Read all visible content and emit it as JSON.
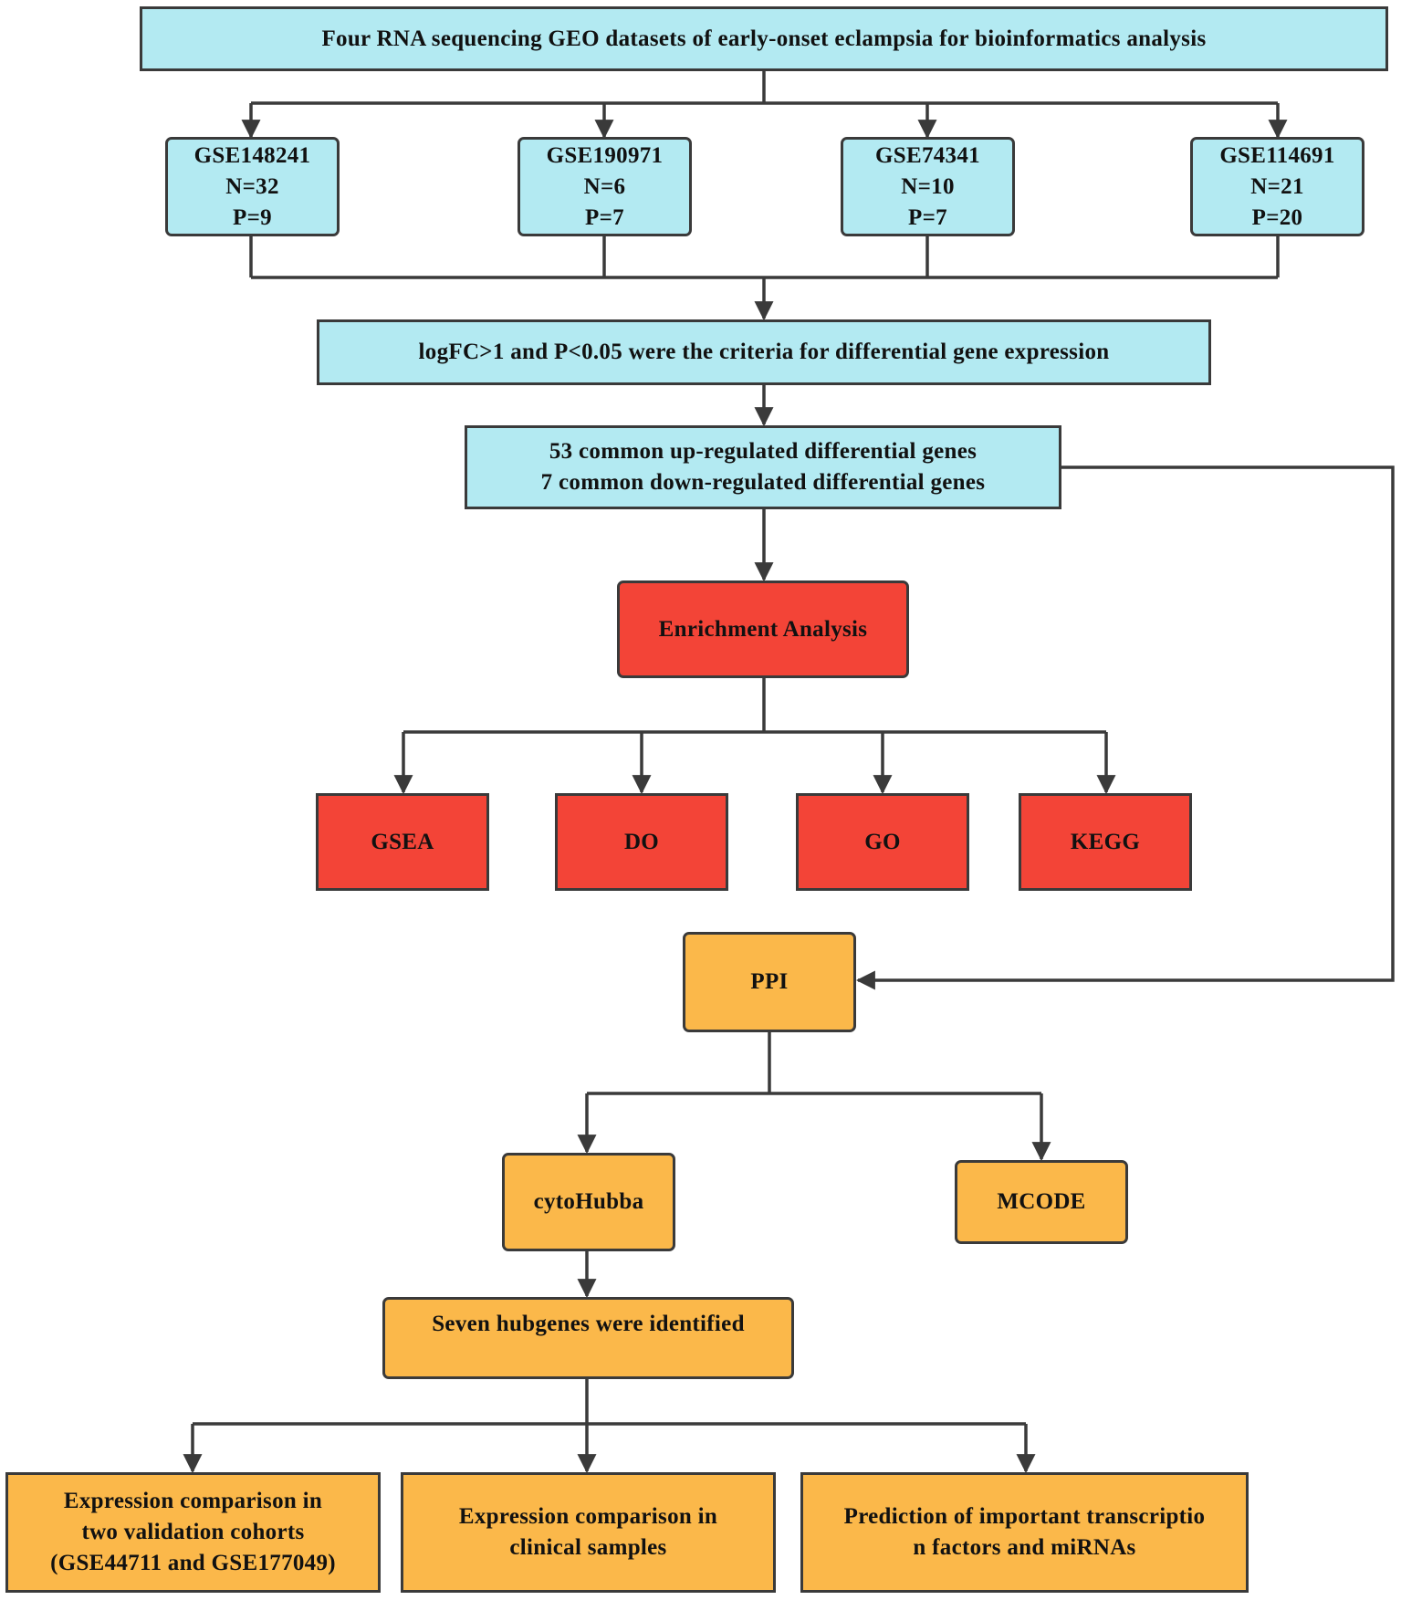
{
  "colors": {
    "cyan": "#b3eaf2",
    "red": "#f34437",
    "orange": "#fbb84a",
    "stroke": "#3a3a3a"
  },
  "nodes": {
    "top": {
      "line1": "Four RNA sequencing GEO datasets of early-onset eclampsia for bioinformatics analysis"
    },
    "gse148241": {
      "id": "GSE148241",
      "n": "N=32",
      "p": "P=9"
    },
    "gse190971": {
      "id": "GSE190971",
      "n": "N=6",
      "p": "P=7"
    },
    "gse74341": {
      "id": "GSE74341",
      "n": "N=10",
      "p": "P=7"
    },
    "gse114691": {
      "id": "GSE114691",
      "n": "N=21",
      "p": "P=20"
    },
    "criteria": {
      "line1": "logFC>1 and P<0.05 were the criteria for differential gene expression"
    },
    "common_genes": {
      "line1": "53 common up-regulated differential genes",
      "line2": "7 common down-regulated differential genes"
    },
    "enrichment": {
      "line1": "Enrichment Analysis"
    },
    "gsea": {
      "line1": "GSEA"
    },
    "do": {
      "line1": "DO"
    },
    "go": {
      "line1": "GO"
    },
    "kegg": {
      "line1": "KEGG"
    },
    "ppi": {
      "line1": "PPI"
    },
    "cytohubba": {
      "line1": "cytoHubba"
    },
    "mcode": {
      "line1": "MCODE"
    },
    "hubgenes": {
      "line1": "Seven hubgenes were identified"
    },
    "validation": {
      "line1": "Expression comparison in",
      "line2": "two validation cohorts",
      "line3": "(GSE44711 and GSE177049)"
    },
    "clinical": {
      "line1": "Expression comparison in",
      "line2": "clinical samples"
    },
    "prediction": {
      "line1": "Prediction of important transcriptio",
      "line2": "n factors and miRNAs"
    }
  }
}
